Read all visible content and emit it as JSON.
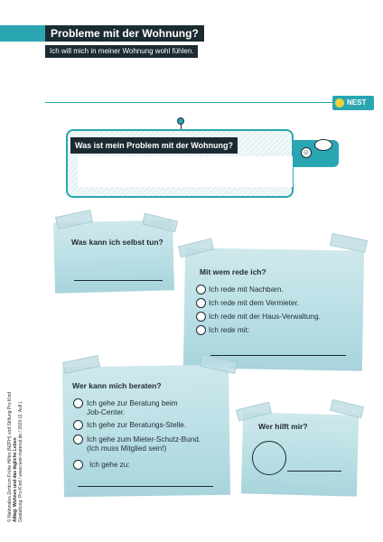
{
  "header": {
    "title": "Probleme mit der Wohnung?",
    "subtitle": "Ich will mich in meiner Wohnung wohl fühlen."
  },
  "logo": {
    "text": "NEST"
  },
  "board": {
    "heading": "Was ist mein Problem mit der Wohnung?"
  },
  "note_self": {
    "heading": "Was kann ich selbst tun?"
  },
  "note_talk": {
    "heading": "Mit wem rede ich?",
    "options": [
      "Ich rede mit Nachbarn.",
      "Ich rede mit dem Vermieter.",
      "Ich rede mit der Haus-Verwaltung.",
      "Ich rede mit:"
    ]
  },
  "note_advice": {
    "heading": "Wer kann mich beraten?",
    "options": [
      "Ich gehe zur Beratung beim",
      "Job-Center.",
      "Ich gehe zur Beratungs-Stelle.",
      "Ich gehe zum Mieter-Schutz-Bund.",
      "(Ich muss Mitglied sein!)",
      "Ich gehe zu:"
    ]
  },
  "note_help": {
    "heading": "Wer hilft mir?"
  },
  "sidebar_text": {
    "line1": "© Nationales Zentrum Frühe Hilfen (NZFH) und Stiftung Pro Kind",
    "line2": "Alltag: Wohnen und das tägliche Leben",
    "line3": "Gestaltung: Pro Kind / www.nest-material.de / 2020 (2. Aufl.)"
  },
  "colors": {
    "accent": "#2aa6b3",
    "dark": "#1b2b31",
    "note": "#b9dfe5",
    "logo_dot": "#f2d23c"
  }
}
